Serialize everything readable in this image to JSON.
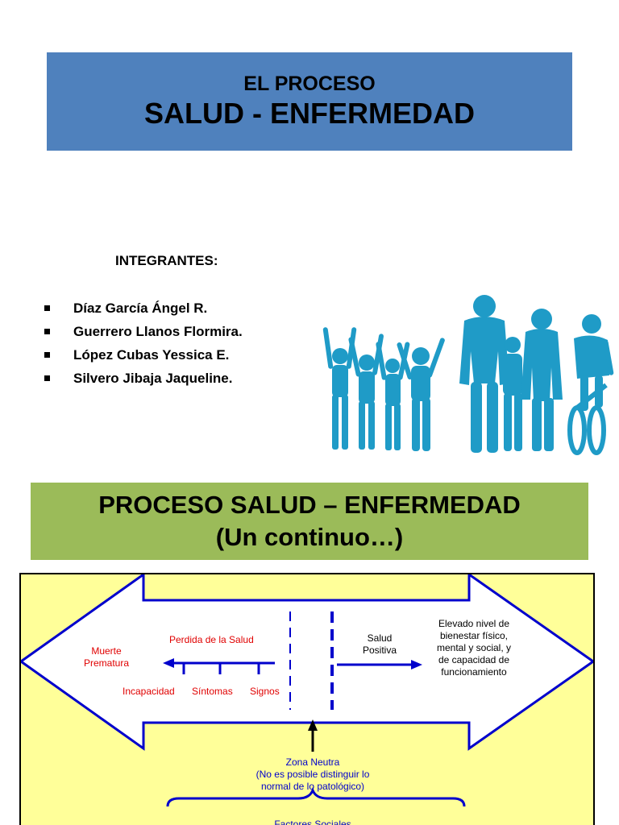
{
  "title": {
    "line1": "EL PROCESO",
    "line2": "SALUD - ENFERMEDAD"
  },
  "members": {
    "heading": "INTEGRANTES:",
    "items": [
      "Díaz García Ángel R.",
      "Guerrero Llanos Flormira.",
      "López Cubas Yessica E.",
      "Silvero Jibaja Jaqueline."
    ]
  },
  "colors": {
    "title_bg": "#4f81bd",
    "process_bg": "#9bbb59",
    "diagram_bg": "#ffff99",
    "silhouette": "#1f9bc7",
    "arrow_blue": "#0000cc",
    "red_text": "#e00000"
  },
  "process": {
    "line1": "PROCESO SALUD – ENFERMEDAD",
    "line2": "(Un continuo…)"
  },
  "diagram": {
    "muerte_prematura": [
      "Muerte",
      "Prematura"
    ],
    "perdida_salud": "Perdida de la Salud",
    "incapacidad": "Incapacidad",
    "sintomas": "Síntomas",
    "signos": "Signos",
    "salud_positiva": [
      "Salud",
      "Positiva"
    ],
    "elevado_nivel": [
      "Elevado nivel de",
      "bienestar físico,",
      "mental y social, y",
      "de capacidad de",
      "funcionamiento"
    ],
    "zona_neutra": [
      "Zona Neutra",
      "(No es posible distinguir lo",
      "normal de lo patológico)"
    ],
    "factores": "Factores Sociales"
  }
}
